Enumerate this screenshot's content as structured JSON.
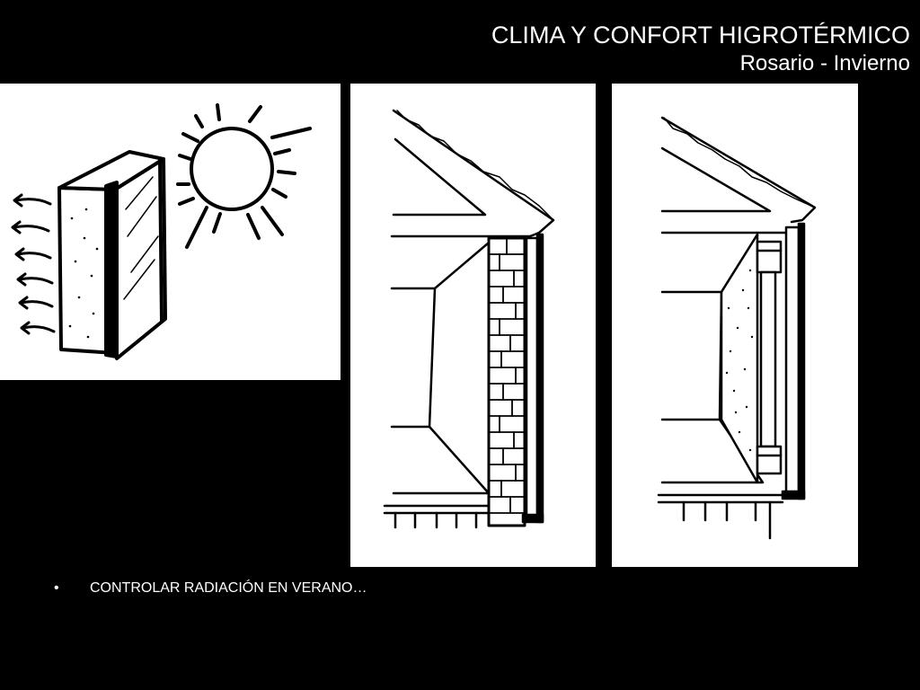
{
  "slide": {
    "title": "CLIMA Y CONFORT HIGROTÉRMICO",
    "subtitle": "Rosario - Invierno",
    "bullets": [
      {
        "marker": "•",
        "text": "CONTROLAR RADIACIÓN EN VERANO…"
      }
    ]
  },
  "illustrations": [
    {
      "name": "sun-and-wall-sketch"
    },
    {
      "name": "brick-wall-section-sketch"
    },
    {
      "name": "insulated-wall-section-sketch"
    }
  ]
}
